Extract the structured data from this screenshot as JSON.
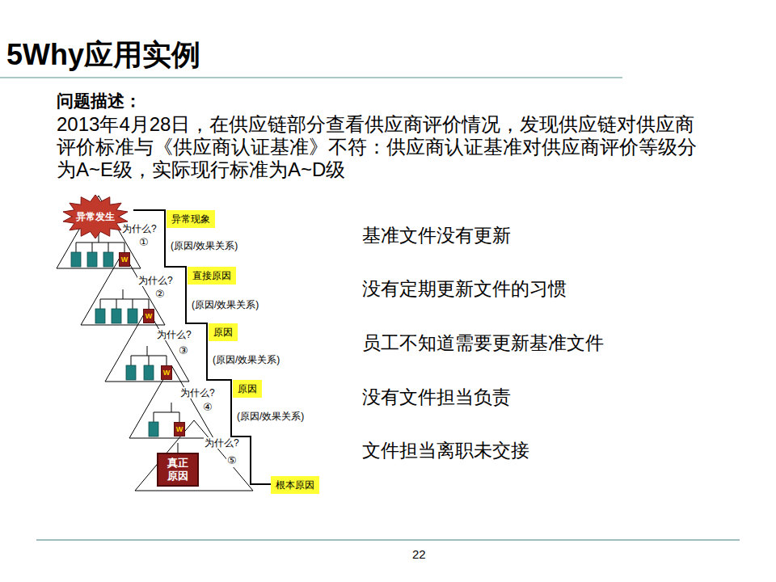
{
  "diagram": {
    "title": "5Why应用实例",
    "nodes": [
      {
        "text": [
          "异常发生"
        ]
      },
      {
        "text": [
          "异常现象"
        ]
      },
      {
        "text": [
          "W"
        ]
      },
      {
        "text": [
          "直接原因"
        ]
      },
      {
        "text": [
          "W"
        ]
      },
      {
        "text": [
          "原因"
        ]
      },
      {
        "text": [
          "W"
        ]
      },
      {
        "text": [
          "原因"
        ]
      },
      {
        "text": [
          "W"
        ]
      },
      {
        "text": [
          "真正原因"
        ]
      },
      {
        "text": [
          "根本原因"
        ]
      }
    ],
    "labels": [
      "问题描述：",
      "2013年4月28日，在供应链部分查看供应商评价情况，发现供应链对供应商评价标准与《供应商认证基准》不符：供应商认证基准对供应商评价等级分为A~E级，实际现行标准为A~D级",
      "为什么?",
      "①",
      "(原因/效果关系)",
      "为什么?",
      "②",
      "(原因/效果关系)",
      "为什么?",
      "③",
      "(原因/效果关系)",
      "为什么?",
      "④",
      "(原因/效果关系)",
      "为什么?",
      "⑤",
      "基准文件没有更新",
      "没有定期更新文件的习惯",
      "员工不知道需要更新基准文件",
      "没有文件担当负责",
      "文件担当离职未交接",
      "22"
    ]
  }
}
